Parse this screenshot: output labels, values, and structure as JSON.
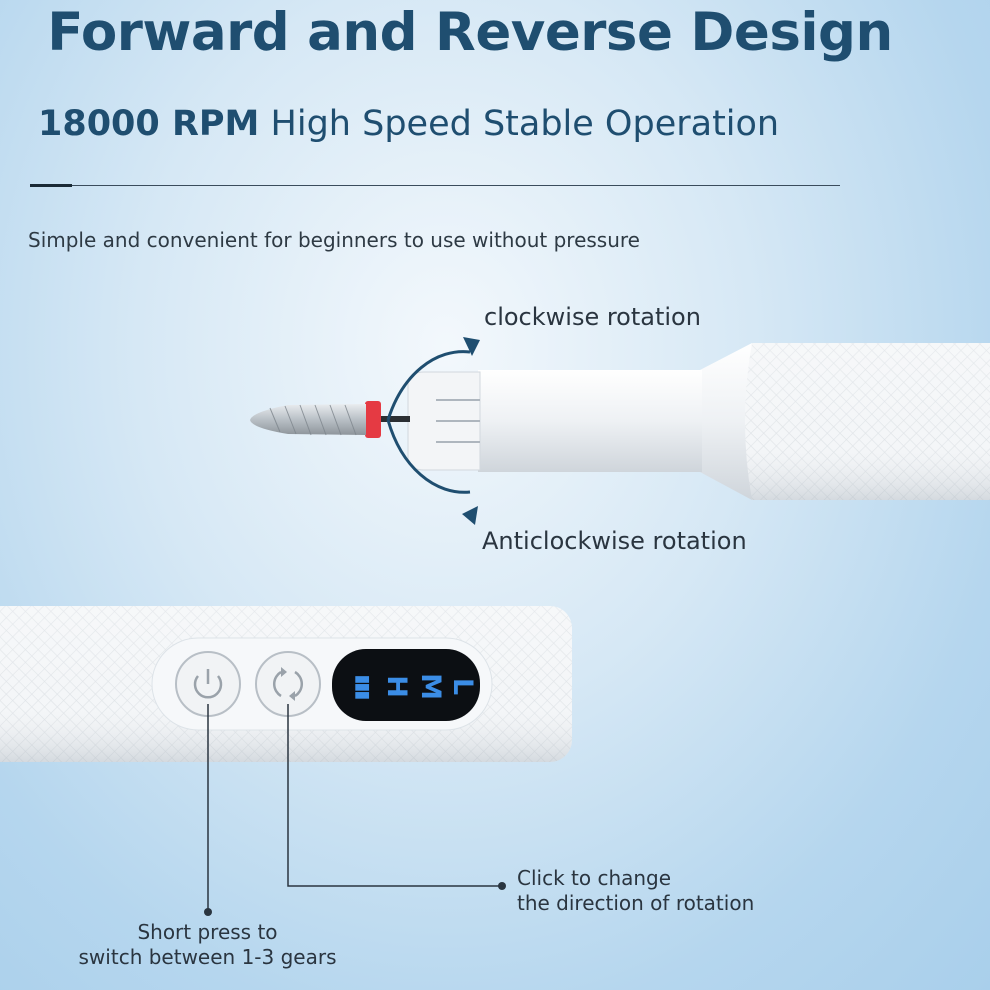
{
  "title": "Forward and Reverse Design",
  "subtitle": {
    "bold": "18000 RPM",
    "rest": "High Speed Stable Operation"
  },
  "tagline": "Simple and convenient for beginners to use without pressure",
  "rotation": {
    "cw": "clockwise rotation",
    "acw": "Anticlockwise rotation"
  },
  "display": {
    "icon": "battery-icon",
    "levels": [
      "H",
      "M",
      "L"
    ]
  },
  "notes": {
    "direction": [
      "Click to change",
      "the direction of rotation"
    ],
    "gear": [
      "Short press to",
      "switch between 1-3 gears"
    ]
  },
  "colors": {
    "heading": "#1f4e70",
    "display_text": "#3b8de6",
    "arrow": "#1f4e70",
    "collar": "#e53a43"
  }
}
